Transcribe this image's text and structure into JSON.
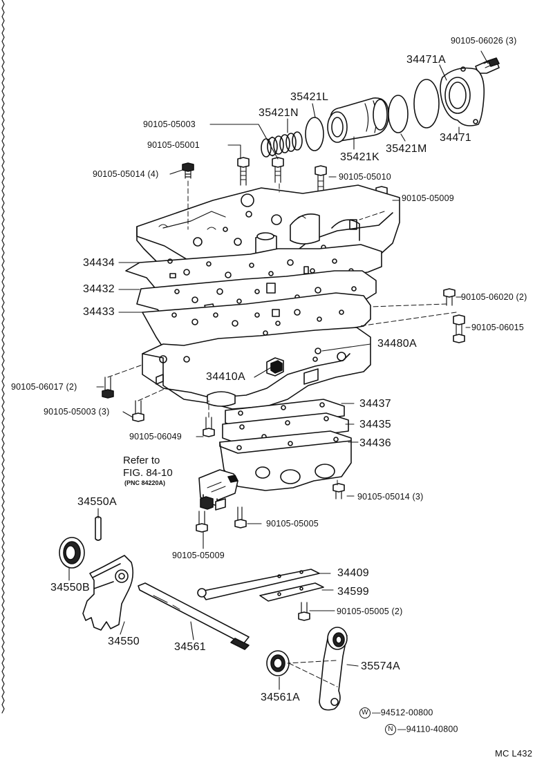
{
  "diagram": {
    "footer_code": "MC  L432",
    "callouts": {
      "p_90105_06026": "90105-06026 (3)",
      "p_34471A": "34471A",
      "p_34471": "34471",
      "p_35421L": "35421L",
      "p_35421N": "35421N",
      "p_35421K": "35421K",
      "p_35421M": "35421M",
      "p_90105_05003": "90105-05003",
      "p_90105_05001": "90105-05001",
      "p_90105_05014_4": "90105-05014 (4)",
      "p_90105_05010": "90105-05010",
      "p_90105_05009_top": "90105-05009",
      "p_34434": "34434",
      "p_34432": "34432",
      "p_34433": "34433",
      "p_90105_06020": "90105-06020 (2)",
      "p_90105_06015": "90105-06015",
      "p_34480A": "34480A",
      "p_34410A": "34410A",
      "p_90105_06017": "90105-06017 (2)",
      "p_90105_05003_3": "90105-05003 (3)",
      "p_90105_06049": "90105-06049",
      "p_34437": "34437",
      "p_34435": "34435",
      "p_34436": "34436",
      "refer_line1": "Refer to",
      "refer_line2": "FIG. 84-10",
      "refer_line3": "(PNC 84220A)",
      "p_90105_05014_3": "90105-05014 (3)",
      "p_34550A": "34550A",
      "p_90105_05005": "90105-05005",
      "p_90105_05009_bot": "90105-05009",
      "p_34550B": "34550B",
      "p_34409": "34409",
      "p_34599": "34599",
      "p_90105_05005_2": "90105-05005 (2)",
      "p_34550": "34550",
      "p_34561": "34561",
      "p_35574A": "35574A",
      "p_34561A": "34561A",
      "w_symbol": "W",
      "p_94512_00800": "94512-00800",
      "n_symbol": "N",
      "p_94110_40800": "94110-40800"
    }
  }
}
